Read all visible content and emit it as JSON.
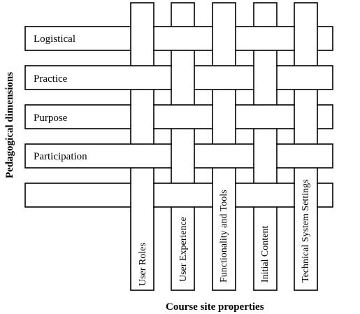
{
  "rows": [
    {
      "label": "Logistical"
    },
    {
      "label": "Practice"
    },
    {
      "label": "Purpose"
    },
    {
      "label": "Participation"
    },
    {
      "label": ""
    }
  ],
  "columns": [
    {
      "label": "User Roles"
    },
    {
      "label": "User Experience"
    },
    {
      "label": "Functionality and Tools"
    },
    {
      "label": "Initial Content"
    },
    {
      "label": "Technical System Settings"
    }
  ],
  "axes": {
    "y_label": "Pedagogical dimensions",
    "x_label": "Course site properties"
  },
  "colors": {
    "fill": "#ffffff",
    "stroke": "#000000"
  }
}
